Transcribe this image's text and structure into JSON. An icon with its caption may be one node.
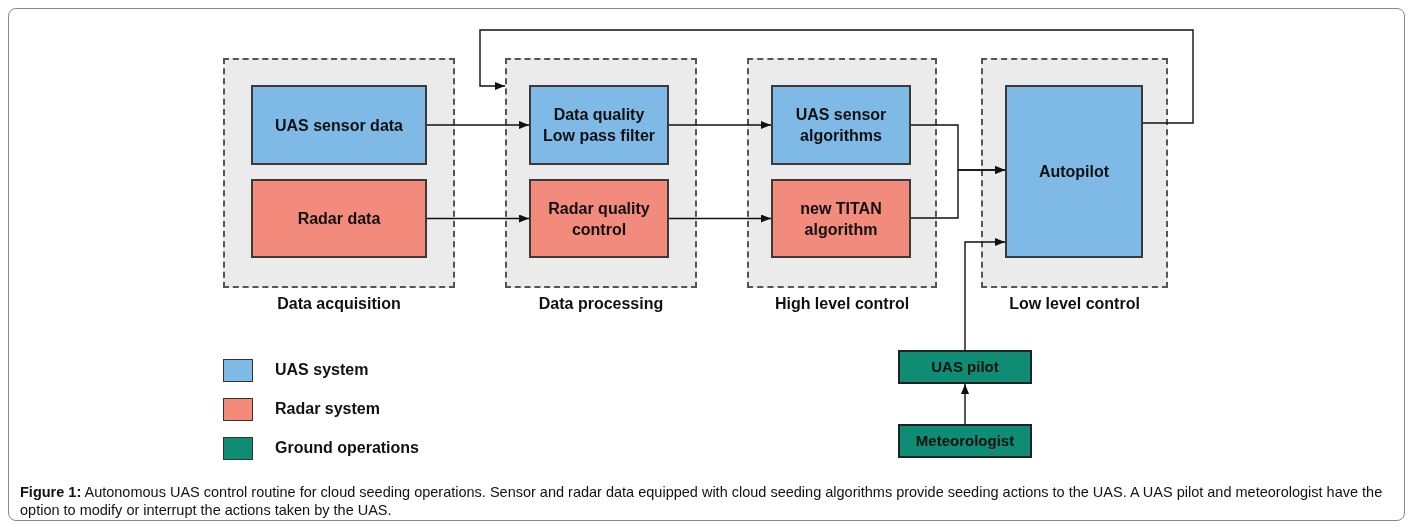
{
  "diagram": {
    "caption": "**Figure 1:** Autonomous UAS control routine for cloud seeding operations. Sensor and radar data equipped with cloud seeding algorithms provide seeding actions to the UAS. A UAS pilot and meteorologist have the option to modify or interrupt the actions taken by the UAS.",
    "nodes": [
      {
        "text": [
          "Data acquisition"
        ]
      },
      {
        "text": [
          "UAS sensor data"
        ],
        "in": 0
      },
      {
        "text": [
          "Radar data"
        ],
        "in": 0
      },
      {
        "text": [
          "Data processing"
        ]
      },
      {
        "text": [
          "Data quality Low pass filter"
        ],
        "in": 3
      },
      {
        "text": [
          "Radar quality control"
        ],
        "in": 3
      },
      {
        "text": [
          "High level control"
        ]
      },
      {
        "text": [
          "UAS sensor algorithms"
        ],
        "in": 6
      },
      {
        "text": [
          "new TITAN algorithm"
        ],
        "in": 6
      },
      {
        "text": [
          "Low level control"
        ]
      },
      {
        "text": [
          "Autopilot"
        ],
        "in": 9
      },
      {
        "text": [
          "UAS pilot"
        ]
      },
      {
        "text": [
          "Meteorologist"
        ]
      }
    ],
    "edges": [
      {
        "from": 1,
        "to": 4,
        "arrow": "to"
      },
      {
        "from": 2,
        "to": 5,
        "arrow": "to"
      },
      {
        "from": 4,
        "to": 7,
        "arrow": "to"
      },
      {
        "from": 5,
        "to": 8,
        "arrow": "to"
      },
      {
        "from": 7,
        "to": 10,
        "arrow": "to"
      },
      {
        "from": 8,
        "to": 10,
        "arrow": "to"
      },
      {
        "from": 11,
        "to": 10,
        "arrow": "to"
      },
      {
        "from": 12,
        "to": 11,
        "arrow": "to"
      },
      {
        "from": 10,
        "to": 3,
        "arrow": "to"
      }
    ],
    "legend": [
      {
        "text": "UAS system",
        "color": "#7fb9e6"
      },
      {
        "text": "Radar system",
        "color": "#f28b7b"
      },
      {
        "text": "Ground operations",
        "color": "#0e8c74"
      }
    ]
  }
}
